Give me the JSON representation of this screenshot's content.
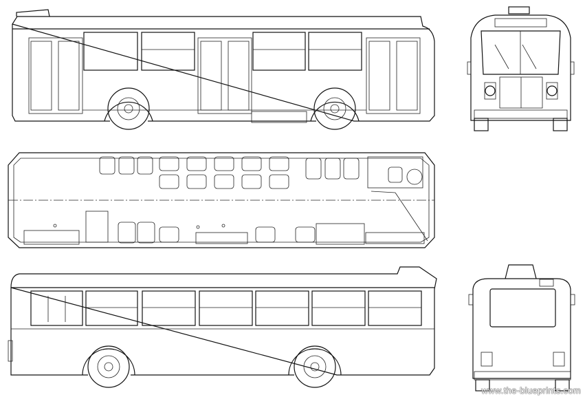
{
  "drawing": {
    "views": [
      "side-view-door",
      "front-view",
      "plan-view",
      "side-view-window",
      "rear-view"
    ],
    "watermark": "www.the-blueprints.com"
  }
}
